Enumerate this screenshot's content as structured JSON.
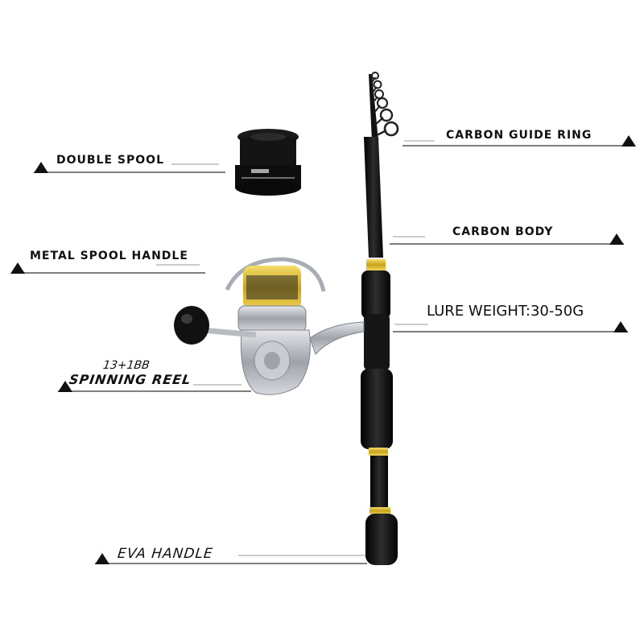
{
  "labels": {
    "carbon_guide_ring": "CARBON GUIDE RING",
    "double_spool": "DOUBLE SPOOL",
    "carbon_body": "CARBON BODY",
    "metal_spool_handle": "METAL SPOOL HANDLE",
    "lure_weight": "LURE WEIGHT:30-50G",
    "bearings": "13+1BB",
    "spinning_reel": "SPINNING REEL",
    "eva_handle": "EVA HANDLE"
  },
  "colors": {
    "rod_black": "#111111",
    "gold_accent": "#c8a21a",
    "reel_silver": "#b8bcc2",
    "reel_gold": "#d9b82a",
    "line_gray": "#555555"
  },
  "icons": {
    "pointer": "triangle-pointer-icon"
  }
}
